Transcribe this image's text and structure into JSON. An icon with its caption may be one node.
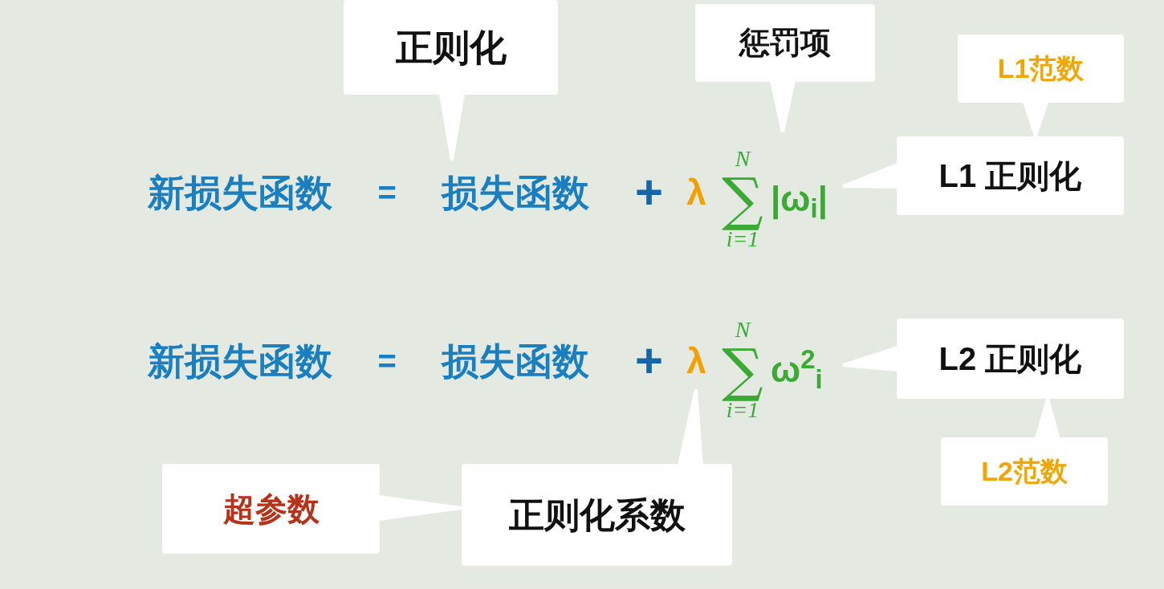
{
  "diagram": {
    "nodes": [
      {
        "text": [
          "正则化"
        ]
      },
      {
        "text": [
          "惩罚项"
        ]
      },
      {
        "text": [
          "L1范数"
        ]
      },
      {
        "text": [
          "L1 正则化"
        ]
      },
      {
        "text": [
          "新损失函数",
          "=",
          "损失函数",
          "+"
        ]
      },
      {
        "text": [
          "λ"
        ]
      },
      {
        "text": [
          "N",
          "∑",
          "i=1",
          "|ω$_{i}$|"
        ]
      },
      {
        "text": [
          "新损失函数",
          "=",
          "损失函数",
          "+"
        ]
      },
      {
        "text": [
          "λ"
        ]
      },
      {
        "text": [
          "N",
          "∑",
          "i=1",
          "ω$^{2}$$_{i}$"
        ]
      },
      {
        "text": [
          "L2 正则化"
        ]
      },
      {
        "text": [
          "L2范数"
        ]
      },
      {
        "text": [
          "超参数"
        ]
      },
      {
        "text": [
          "正则化系数"
        ]
      }
    ],
    "edges": [
      {
        "from": 0,
        "to": 4,
        "arrow": "to"
      },
      {
        "from": 1,
        "to": 6,
        "arrow": "to"
      },
      {
        "from": 2,
        "to": 3,
        "arrow": "to"
      },
      {
        "from": 3,
        "to": 6,
        "arrow": "to"
      },
      {
        "from": 10,
        "to": 9,
        "arrow": "to"
      },
      {
        "from": 11,
        "to": 10,
        "arrow": "to"
      },
      {
        "from": 12,
        "to": 13,
        "arrow": "to"
      },
      {
        "from": 13,
        "to": 8,
        "arrow": "to"
      }
    ]
  }
}
